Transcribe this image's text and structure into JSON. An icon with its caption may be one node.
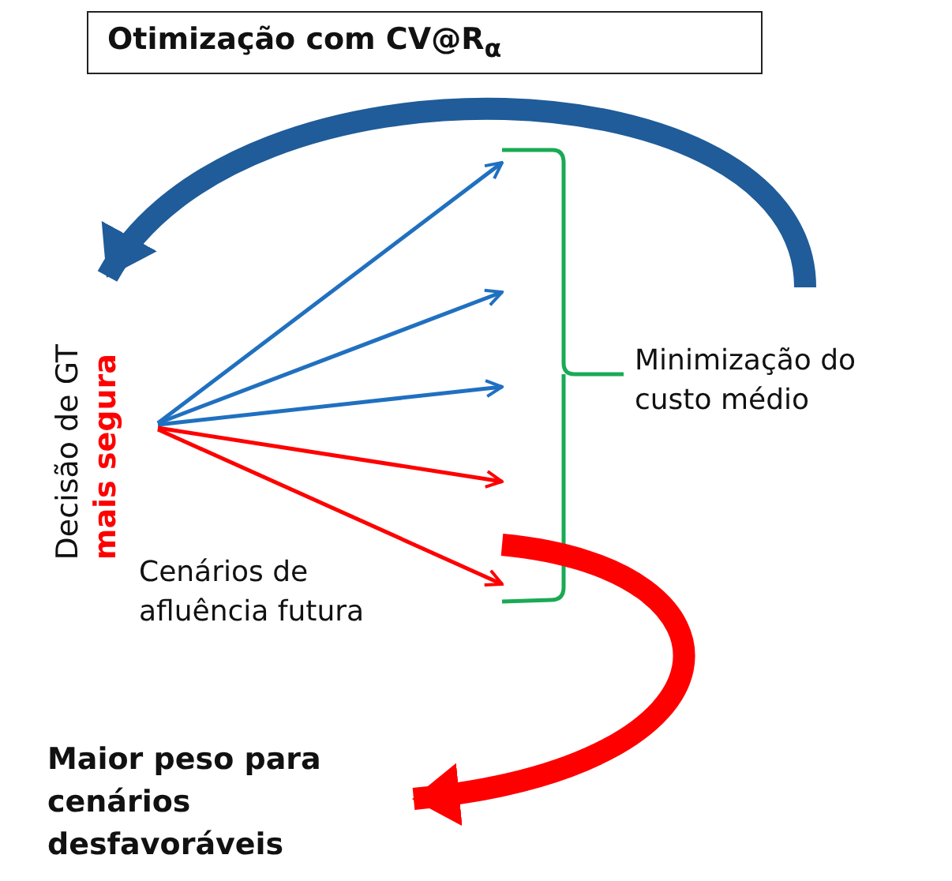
{
  "diagram": {
    "nodes": [
      {
        "text": [
          "Otimização com CV@R$_{α}$"
        ]
      },
      {
        "text": [
          "Decisão de GT",
          "mais segura"
        ]
      },
      {
        "text": [
          "Maior peso para cenários desfavoráveis"
        ]
      },
      {
        "text": [],
        "shape": "bracket",
        "beside": [
          "Minimização do custo médio"
        ]
      }
    ],
    "edges": [
      {
        "from": 1,
        "to": 3,
        "arrow": "to"
      },
      {
        "from": 1,
        "to": 3,
        "arrow": "to"
      },
      {
        "from": 1,
        "to": 3,
        "arrow": "to"
      },
      {
        "from": 1,
        "to": 3,
        "arrow": "to",
        "color": "#ff0000"
      },
      {
        "from": 1,
        "to": 3,
        "arrow": "to",
        "color": "#ff0000"
      },
      {
        "from": null,
        "to": 1,
        "arrow": "to",
        "style": "thick",
        "color": "#1f5c99"
      },
      {
        "from": 3,
        "to": 2,
        "arrow": "to",
        "style": "thick",
        "color": "#ff0000"
      }
    ],
    "labels": [
      "Cenários de afluência futura"
    ]
  }
}
